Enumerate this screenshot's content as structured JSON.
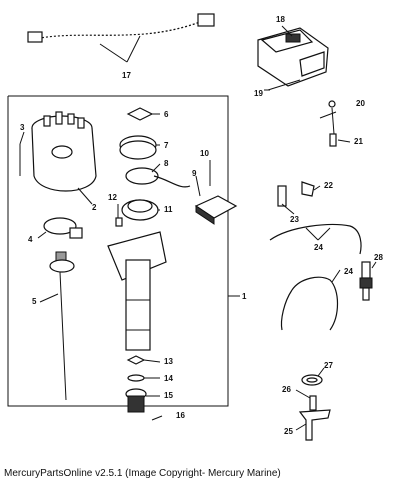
{
  "caption": "MercuryPartsOnline v2.5.1 (Image Copyright- Mercury Marine)",
  "callouts": [
    "1",
    "2",
    "3",
    "4",
    "5",
    "6",
    "7",
    "8",
    "9",
    "10",
    "11",
    "12",
    "13",
    "14",
    "15",
    "16",
    "17",
    "18",
    "19",
    "20",
    "21",
    "22",
    "23",
    "24",
    "24",
    "25",
    "26",
    "27",
    "28"
  ]
}
